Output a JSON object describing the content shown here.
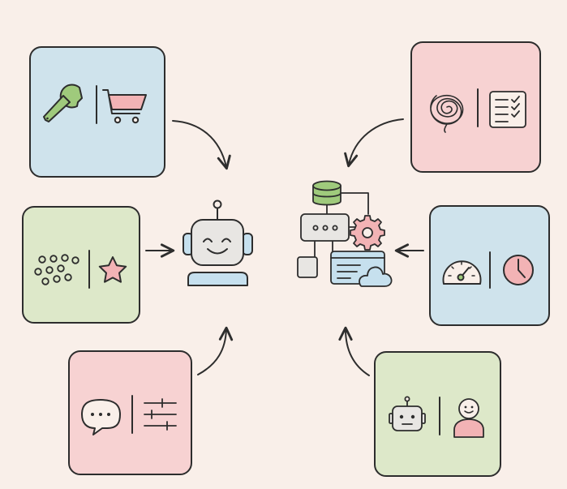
{
  "colors": {
    "background": "#f9efe9",
    "ink": "#2d2d2d",
    "card_blue": "#cfe3ec",
    "card_pink": "#f7d2d2",
    "card_green": "#dde8c9",
    "icon_green": "#9fca7c",
    "icon_pink": "#f2b3b5",
    "icon_blue": "#c6e0ee",
    "icon_gray": "#e8e6e3"
  },
  "diagram": {
    "nodes": [
      {
        "id": "robot-agent",
        "icons": [
          "robot-face-icon"
        ]
      },
      {
        "id": "system-architecture",
        "icons": [
          "database-icon",
          "server-icon",
          "gear-icon",
          "document-window-icon",
          "cloud-icon",
          "small-box-icon"
        ]
      }
    ],
    "cards": [
      {
        "id": "tools-commerce",
        "color": "blue",
        "icons": [
          "wrench-icon",
          "shopping-cart-icon"
        ],
        "points_to": "robot-agent"
      },
      {
        "id": "clusters-favorites",
        "color": "green",
        "icons": [
          "dot-cluster-icon",
          "star-icon"
        ],
        "points_to": "robot-agent"
      },
      {
        "id": "chat-settings",
        "color": "pink",
        "icons": [
          "speech-bubble-icon",
          "sliders-icon"
        ],
        "points_to": "robot-agent"
      },
      {
        "id": "chaos-checklist",
        "color": "pink",
        "icons": [
          "tangled-scribble-icon",
          "checklist-icon"
        ],
        "points_to": "system-architecture"
      },
      {
        "id": "speed-time",
        "color": "blue",
        "icons": [
          "speedometer-icon",
          "clock-icon"
        ],
        "points_to": "system-architecture"
      },
      {
        "id": "bot-human",
        "color": "green",
        "icons": [
          "robot-head-icon",
          "person-icon"
        ],
        "points_to": "system-architecture"
      }
    ]
  }
}
